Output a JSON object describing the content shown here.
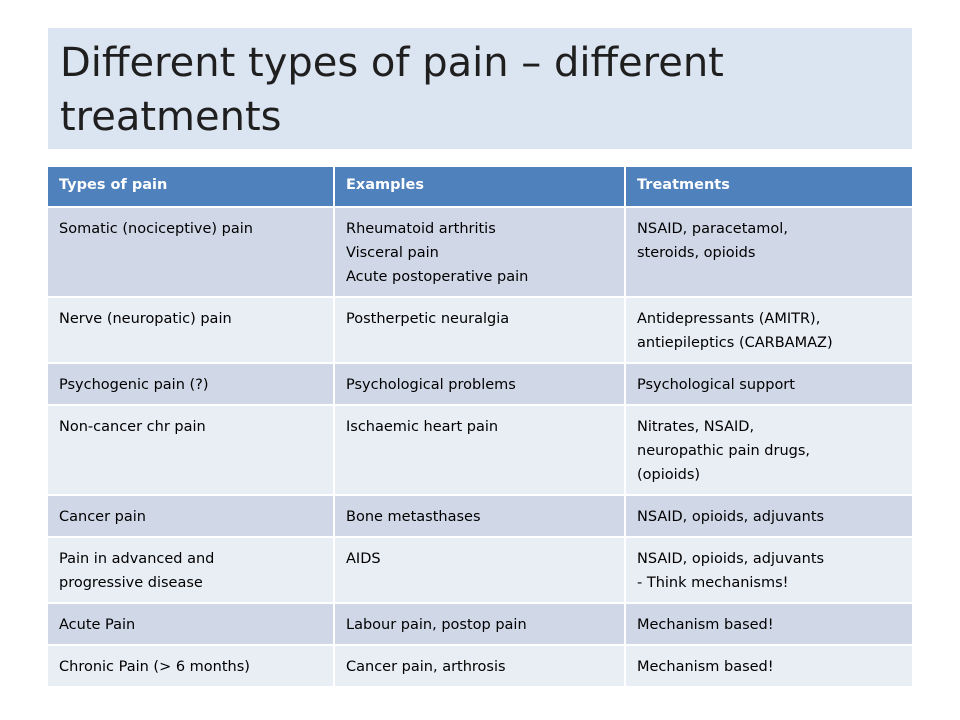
{
  "title": "Different types of pain – different treatments",
  "table": {
    "headers": [
      "Types of pain",
      "Examples",
      "Treatments"
    ],
    "rows": [
      {
        "type": [
          "Somatic (nociceptive) pain"
        ],
        "examples": [
          "Rheumatoid arthritis",
          "Visceral pain",
          "Acute postoperative pain"
        ],
        "treatments": [
          "NSAID, paracetamol,",
          "steroids, opioids"
        ]
      },
      {
        "type": [
          "Nerve (neuropatic) pain"
        ],
        "examples": [
          "Postherpetic neuralgia"
        ],
        "treatments": [
          "Antidepressants (AMITR),",
          "antiepileptics (CARBAMAZ)"
        ]
      },
      {
        "type": [
          "Psychogenic pain (?)"
        ],
        "examples": [
          "Psychological problems"
        ],
        "treatments": [
          "Psychological support"
        ]
      },
      {
        "type": [
          "Non-cancer chr pain"
        ],
        "examples": [
          "Ischaemic heart pain"
        ],
        "treatments": [
          "Nitrates, NSAID,",
          "neuropathic pain drugs,",
          "(opioids)"
        ]
      },
      {
        "type": [
          "Cancer pain"
        ],
        "examples": [
          "Bone metasthases"
        ],
        "treatments": [
          "NSAID, opioids, adjuvants"
        ]
      },
      {
        "type": [
          "Pain in advanced and",
          "progressive disease"
        ],
        "examples": [
          "AIDS"
        ],
        "treatments": [
          "NSAID, opioids, adjuvants",
          "- Think mechanisms!"
        ]
      },
      {
        "type": [
          "Acute Pain"
        ],
        "examples": [
          "Labour pain, postop pain"
        ],
        "treatments": [
          "Mechanism based!"
        ]
      },
      {
        "type": [
          "Chronic Pain (> 6 months)"
        ],
        "examples": [
          "Cancer pain, arthrosis"
        ],
        "treatments": [
          "Mechanism based!"
        ]
      }
    ]
  },
  "colors": {
    "title_background": "#dbe4f1",
    "header_background": "#4f81bd",
    "row_odd": "#d0d8e8",
    "row_even": "#e9edf4"
  }
}
